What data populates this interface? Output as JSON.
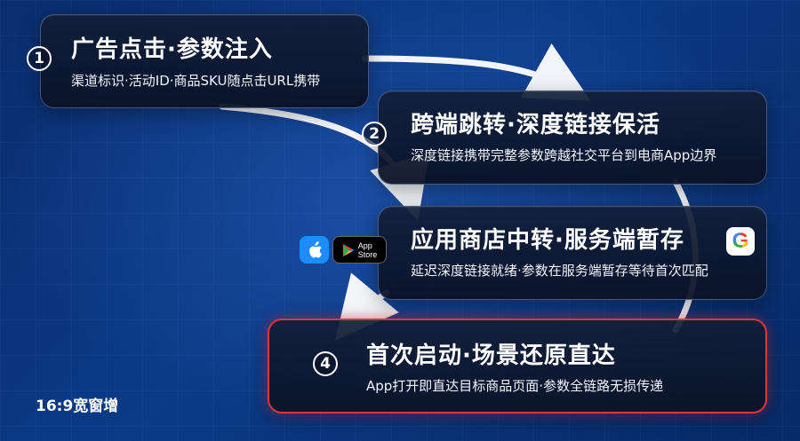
{
  "steps": [
    {
      "num": "1",
      "title": "广告点击·参数注入",
      "subtitle": "渠道标识·活动ID·商品SKU随点击URL携带"
    },
    {
      "num": "2",
      "title": "跨端跳转·深度链接保活",
      "subtitle": "深度链接携带完整参数跨越社交平台到电商App边界"
    },
    {
      "num": "",
      "title": "应用商店中转·服务端暂存",
      "subtitle": "延迟深度链接就绪·参数在服务端暂存等待首次匹配"
    },
    {
      "num": "4",
      "title": "首次启动·场景还原直达",
      "subtitle": "App打开即直达目标商品页面·参数全链路无损传递"
    }
  ],
  "store_badge": {
    "line1": "App",
    "line2": "Store"
  },
  "google_letter": "G",
  "aspect_label": "16:9宽窗增",
  "colors": {
    "highlight": "#e0343d",
    "accent_blue": "#1e8bff"
  }
}
